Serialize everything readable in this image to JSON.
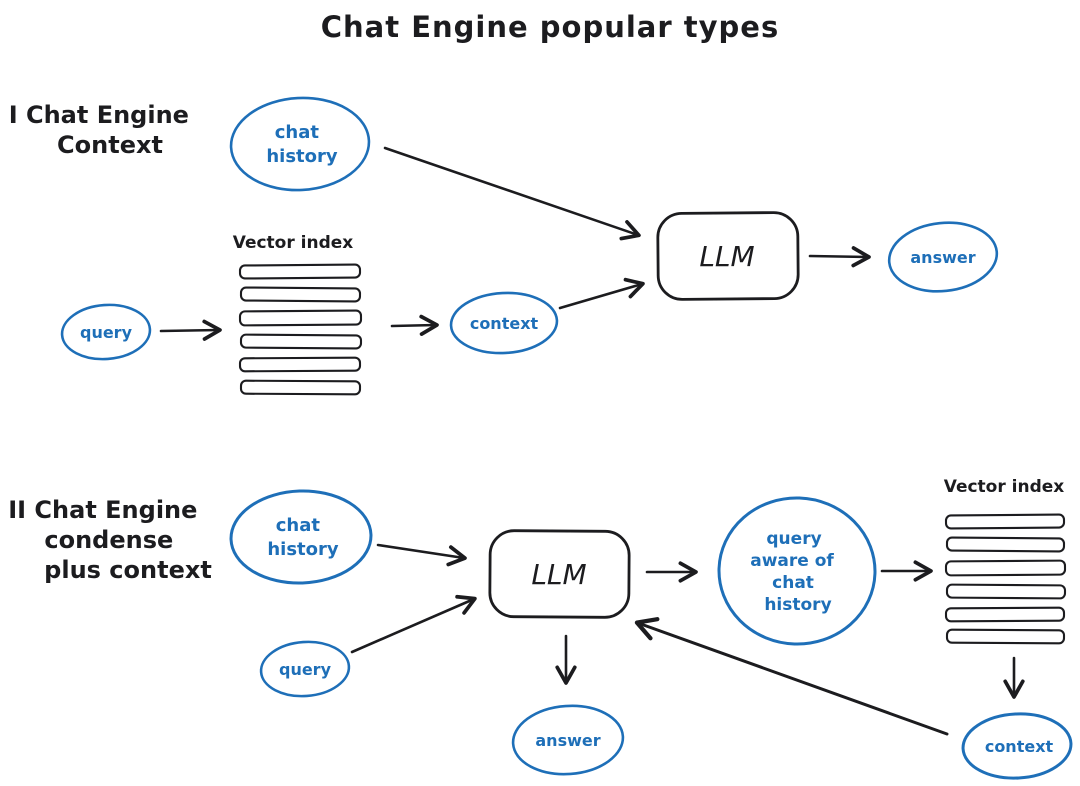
{
  "title": "Chat Engine popular types",
  "colors": {
    "ink": "#1c1c1f",
    "blue": "#1e6fb8"
  },
  "section1": {
    "label_line1": "I Chat Engine",
    "label_line2": "Context",
    "chat_history_line1": "chat",
    "chat_history_line2": "history",
    "vector_index_label": "Vector index",
    "query_label": "query",
    "context_label": "context",
    "llm_label": "LLM",
    "answer_label": "answer"
  },
  "section2": {
    "label_line1": "II Chat Engine",
    "label_line2": "condense",
    "label_line3": "plus context",
    "chat_history_line1": "chat",
    "chat_history_line2": "history",
    "query_label": "query",
    "llm_label": "LLM",
    "answer_label": "answer",
    "query_aware_line1": "query",
    "query_aware_line2": "aware of",
    "query_aware_line3": "chat",
    "query_aware_line4": "history",
    "vector_index_label": "Vector index",
    "context_label": "context"
  }
}
